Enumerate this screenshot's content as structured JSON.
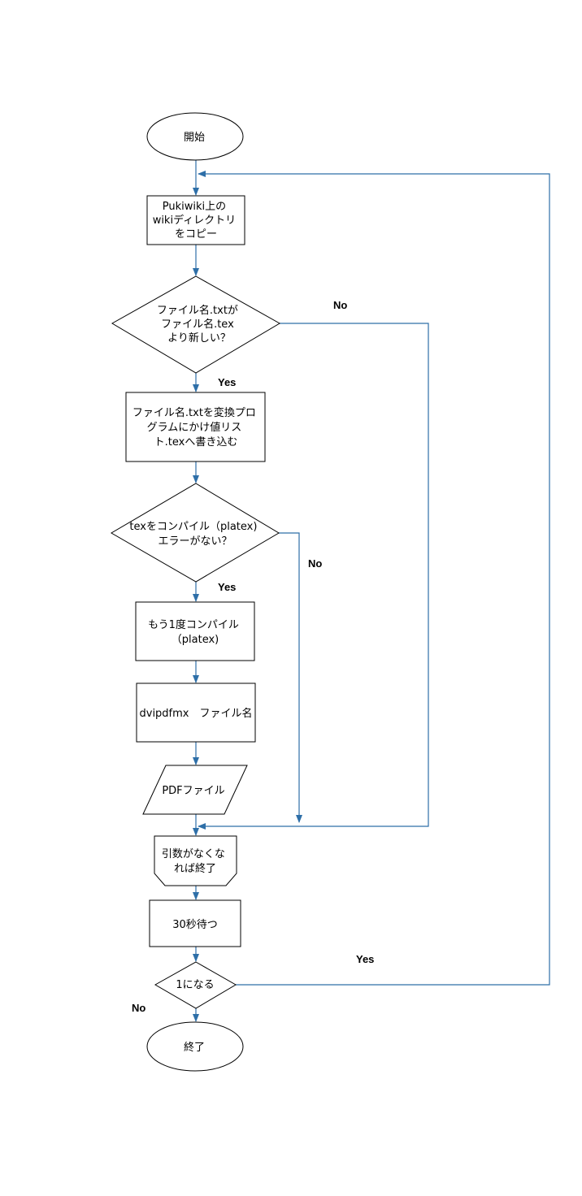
{
  "nodes": {
    "start": [
      "開始"
    ],
    "copy": [
      "Pukiwiki上の",
      "wikiディレクトリ",
      "をコピー"
    ],
    "check_newer": [
      "ファイル名.txtが",
      "ファイル名.tex",
      "より新しい？"
    ],
    "convert": [
      "ファイル名.txtを変換プロ",
      "グラムにかけ値リス",
      "ト.texへ書き込む"
    ],
    "compile_check": [
      "texをコンパイル（platex)",
      "エラーがない？"
    ],
    "recompile": [
      "もう1度コンパイル",
      "（platex)"
    ],
    "dvipdf": [
      "dvipdfmx　ファイル名"
    ],
    "pdf": [
      "PDFファイル"
    ],
    "loop_end": [
      "引数がなくな",
      "れば終了"
    ],
    "wait": [
      "30秒待つ"
    ],
    "check_one": [
      "1になる"
    ],
    "end": [
      "終了"
    ]
  },
  "branches": {
    "newer_yes": "Yes",
    "newer_no": "No",
    "compile_yes": "Yes",
    "compile_no": "No",
    "one_yes": "Yes",
    "one_no": "No"
  },
  "colors": {
    "connector": "#2e6fa8",
    "outline": "#000000"
  }
}
